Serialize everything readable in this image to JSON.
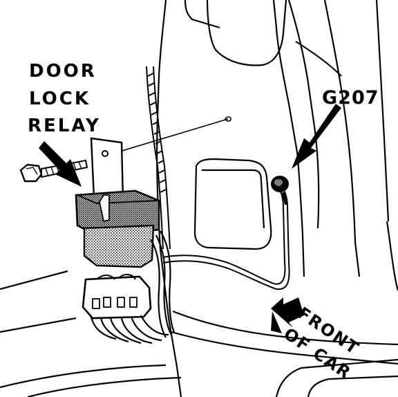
{
  "labels": {
    "relay": [
      "DOOR",
      "LOCK",
      "RELAY"
    ],
    "ground": "G207",
    "direction": [
      "FRONT",
      "OF CAR"
    ]
  },
  "icons": {
    "relay_arrow": "arrow-down-right-icon",
    "ground_arrow": "arrow-down-left-icon",
    "front_arrow": "arrow-down-left-icon"
  },
  "colors": {
    "ink": "#000000",
    "paper": "#ffffff",
    "shade": "#7a7a7a"
  }
}
